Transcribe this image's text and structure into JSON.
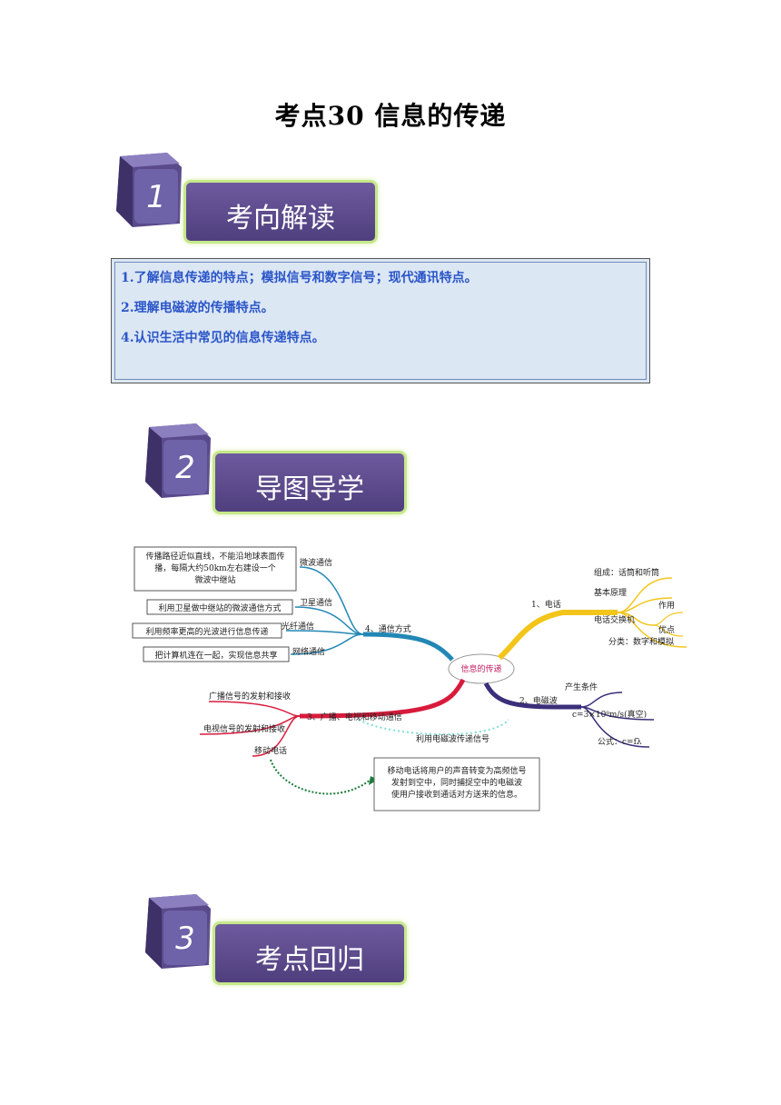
{
  "title": "考点30  信息的传递",
  "sections": [
    {
      "number": "1",
      "label": "考向解读"
    },
    {
      "number": "2",
      "label": "导图导学"
    },
    {
      "number": "3",
      "label": "考点回归"
    }
  ],
  "objectives": [
    "1.了解信息传递的特点；模拟信号和数字信号；现代通讯特点。",
    "2.理解电磁波的传播特点。",
    "4.认识生活中常见的信息传递特点。"
  ],
  "mindmap": {
    "center": "信息的传递",
    "branches": {
      "phone": "1、电话",
      "phone_composition": "组成：话筒和听筒",
      "phone_principle": "基本原理",
      "phone_exchange": "电话交换机",
      "phone_role": "作用",
      "phone_advantage": "优点",
      "phone_type": "分类：数字和模拟",
      "em": "2、电磁波",
      "em_origin": "产生条件",
      "em_speed": "c=3×10⁸m/s(真空)",
      "em_formula": "公式：c=fλ",
      "broadcast": "3、广播、电视和移动通信",
      "broadcast_radio": "广播信号的发射和接收",
      "broadcast_tv": "电视信号的发射和接收",
      "broadcast_mobile": "移动电话",
      "broadcast_em_link": "利用电磁波传递信号",
      "comm": "4、通信方式",
      "comm_microwave": "微波通信",
      "comm_satellite": "卫星通信",
      "comm_fiber": "光纤通信",
      "comm_network": "网络通信"
    },
    "notes": {
      "microwave": "传播路径近似直线，不能沿地球表面传播，每隔大约50km左右建设一个微波中继站",
      "satellite": "利用卫星做中继站的微波通信方式",
      "fiber": "利用频率更高的光波进行信息传递",
      "network": "把计算机连在一起，实现信息共享",
      "mobile": "移动电话将用户的声音转变为高频信号发射到空中，同时捕捉空中的电磁波使用户接收到通话对方送来的信息。"
    }
  }
}
